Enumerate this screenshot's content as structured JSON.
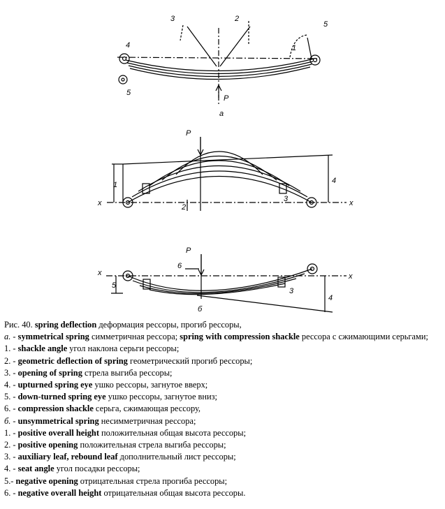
{
  "figure": {
    "panel_a": {
      "letter": "a",
      "force": "P",
      "labels": [
        "1",
        "2",
        "3",
        "4",
        "5",
        "5"
      ]
    },
    "panel_b": {
      "force": "P",
      "axis": "x",
      "labels": [
        "1",
        "2",
        "3",
        "4"
      ]
    },
    "panel_c": {
      "letter": "б",
      "force": "P",
      "axis": "x",
      "labels": [
        "3",
        "4",
        "5",
        "6"
      ]
    }
  },
  "caption": {
    "intro": {
      "prefix": "Рис. 40. ",
      "term": "spring deflection",
      "text": " деформация рессоры, прогиб рессоры,"
    },
    "line_a": {
      "prefix": "а. - ",
      "term1": "symmetrical spring",
      "text1": " симметричная рессора; ",
      "term2": "spring with compression shackle",
      "text2": " рессора с сжимающими серьгами;"
    },
    "items_a": [
      {
        "num": "1. - ",
        "term": "shackle angle",
        "text": " угол наклона серьги рессоры;"
      },
      {
        "num": "2. - ",
        "term": "geometric deflection of spring",
        "text": " геометрический прогиб рессоры;"
      },
      {
        "num": "3. - ",
        "term": "opening of spring",
        "text": " стрела выгиба рессоры;"
      },
      {
        "num": "4. - ",
        "term": "upturned spring eye",
        "text": " ушко рессоры, загнутое вверх;"
      },
      {
        "num": "5. - ",
        "term": "down-turned spring eye",
        "text": " ушко рессоры, загнутое вниз;"
      },
      {
        "num": "6. - ",
        "term": "compression shackle",
        "text": " серьга, сжимающая рессору,"
      }
    ],
    "line_b": {
      "prefix": "б. - ",
      "term": "unsymmetrical spring",
      "text": " несимметричная рессора;"
    },
    "items_b": [
      {
        "num": "1. - ",
        "term": "positive overall height",
        "text": " положительная общая высота рессоры;"
      },
      {
        "num": "2. - ",
        "term": "positive opening",
        "text": " положительная стрела выгиба рессоры;"
      },
      {
        "num": "3. - ",
        "term": "auxiliary leaf, rebound leaf",
        "text": " дополнительный лист рессоры;"
      },
      {
        "num": "4. - ",
        "term": "seat angle",
        "text": " угол посадки рессоры;"
      },
      {
        "num": "5.- ",
        "term": "negative opening",
        "text": " отрицательная стрела прогиба рессоры;"
      },
      {
        "num": "6. - ",
        "term": "negative overall height",
        "text": " отрицательная общая высота рессоры."
      }
    ]
  }
}
